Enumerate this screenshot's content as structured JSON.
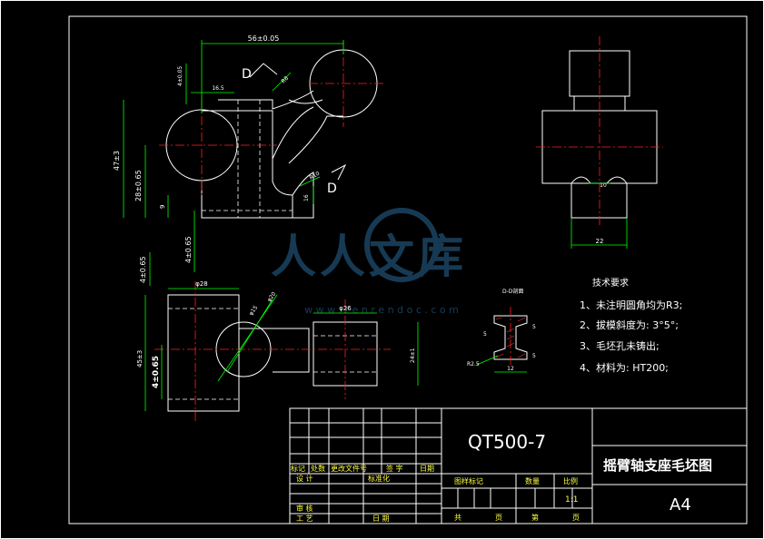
{
  "dimensions": {
    "d56": "56±0.05",
    "d4_top": "4±0.05",
    "d16_5": "16.5",
    "r8": "R8",
    "d47": "47±3",
    "d28": "28±0.65",
    "d9": "9",
    "d4_bottom": "4±0.65",
    "r10_small": "R10",
    "d16": "16",
    "d10": "10",
    "d22": "22",
    "d4_left": "4±0.65",
    "dia28": "φ28",
    "dia15": "φ15",
    "dia20": "φ20",
    "dia26": "φ26",
    "d45": "45±3",
    "d4_mid": "4±0.65",
    "d24": "24±1",
    "sec5a": "5",
    "sec5b": "5",
    "sec5c": "5",
    "r2_5": "R2.5",
    "d12": "12"
  },
  "view_labels": {
    "d_top": "D",
    "d_bottom": "D",
    "section_title": "D-D剖面"
  },
  "watermark": {
    "title": "人人文库",
    "url": "w w w . r e n r e n d o c . c o m"
  },
  "tech_notes": {
    "heading": "技术要求",
    "items": [
      "1、未注明圆角均为R3;",
      "2、拔模斜度为: 3°5°;",
      "3、毛坯孔未铸出;",
      "4、材料为: HT200;"
    ]
  },
  "title_block": {
    "material": "QT500-7",
    "drawing_name": "摇臂轴支座毛坯图",
    "sheet_size": "A4",
    "scale": "1:1",
    "headers": {
      "mark": "标记",
      "count": "处数",
      "change_doc": "更改文件号",
      "signature": "签 字",
      "date": "日期",
      "design": "设 计",
      "standard": "标准化",
      "review": "审 核",
      "process": "工 艺",
      "date2": "日 期",
      "stage_mark": "图样标记",
      "quantity": "数量",
      "ratio": "比例",
      "total": "共",
      "pages": "页",
      "sheet": "第",
      "pages2": "页"
    }
  }
}
